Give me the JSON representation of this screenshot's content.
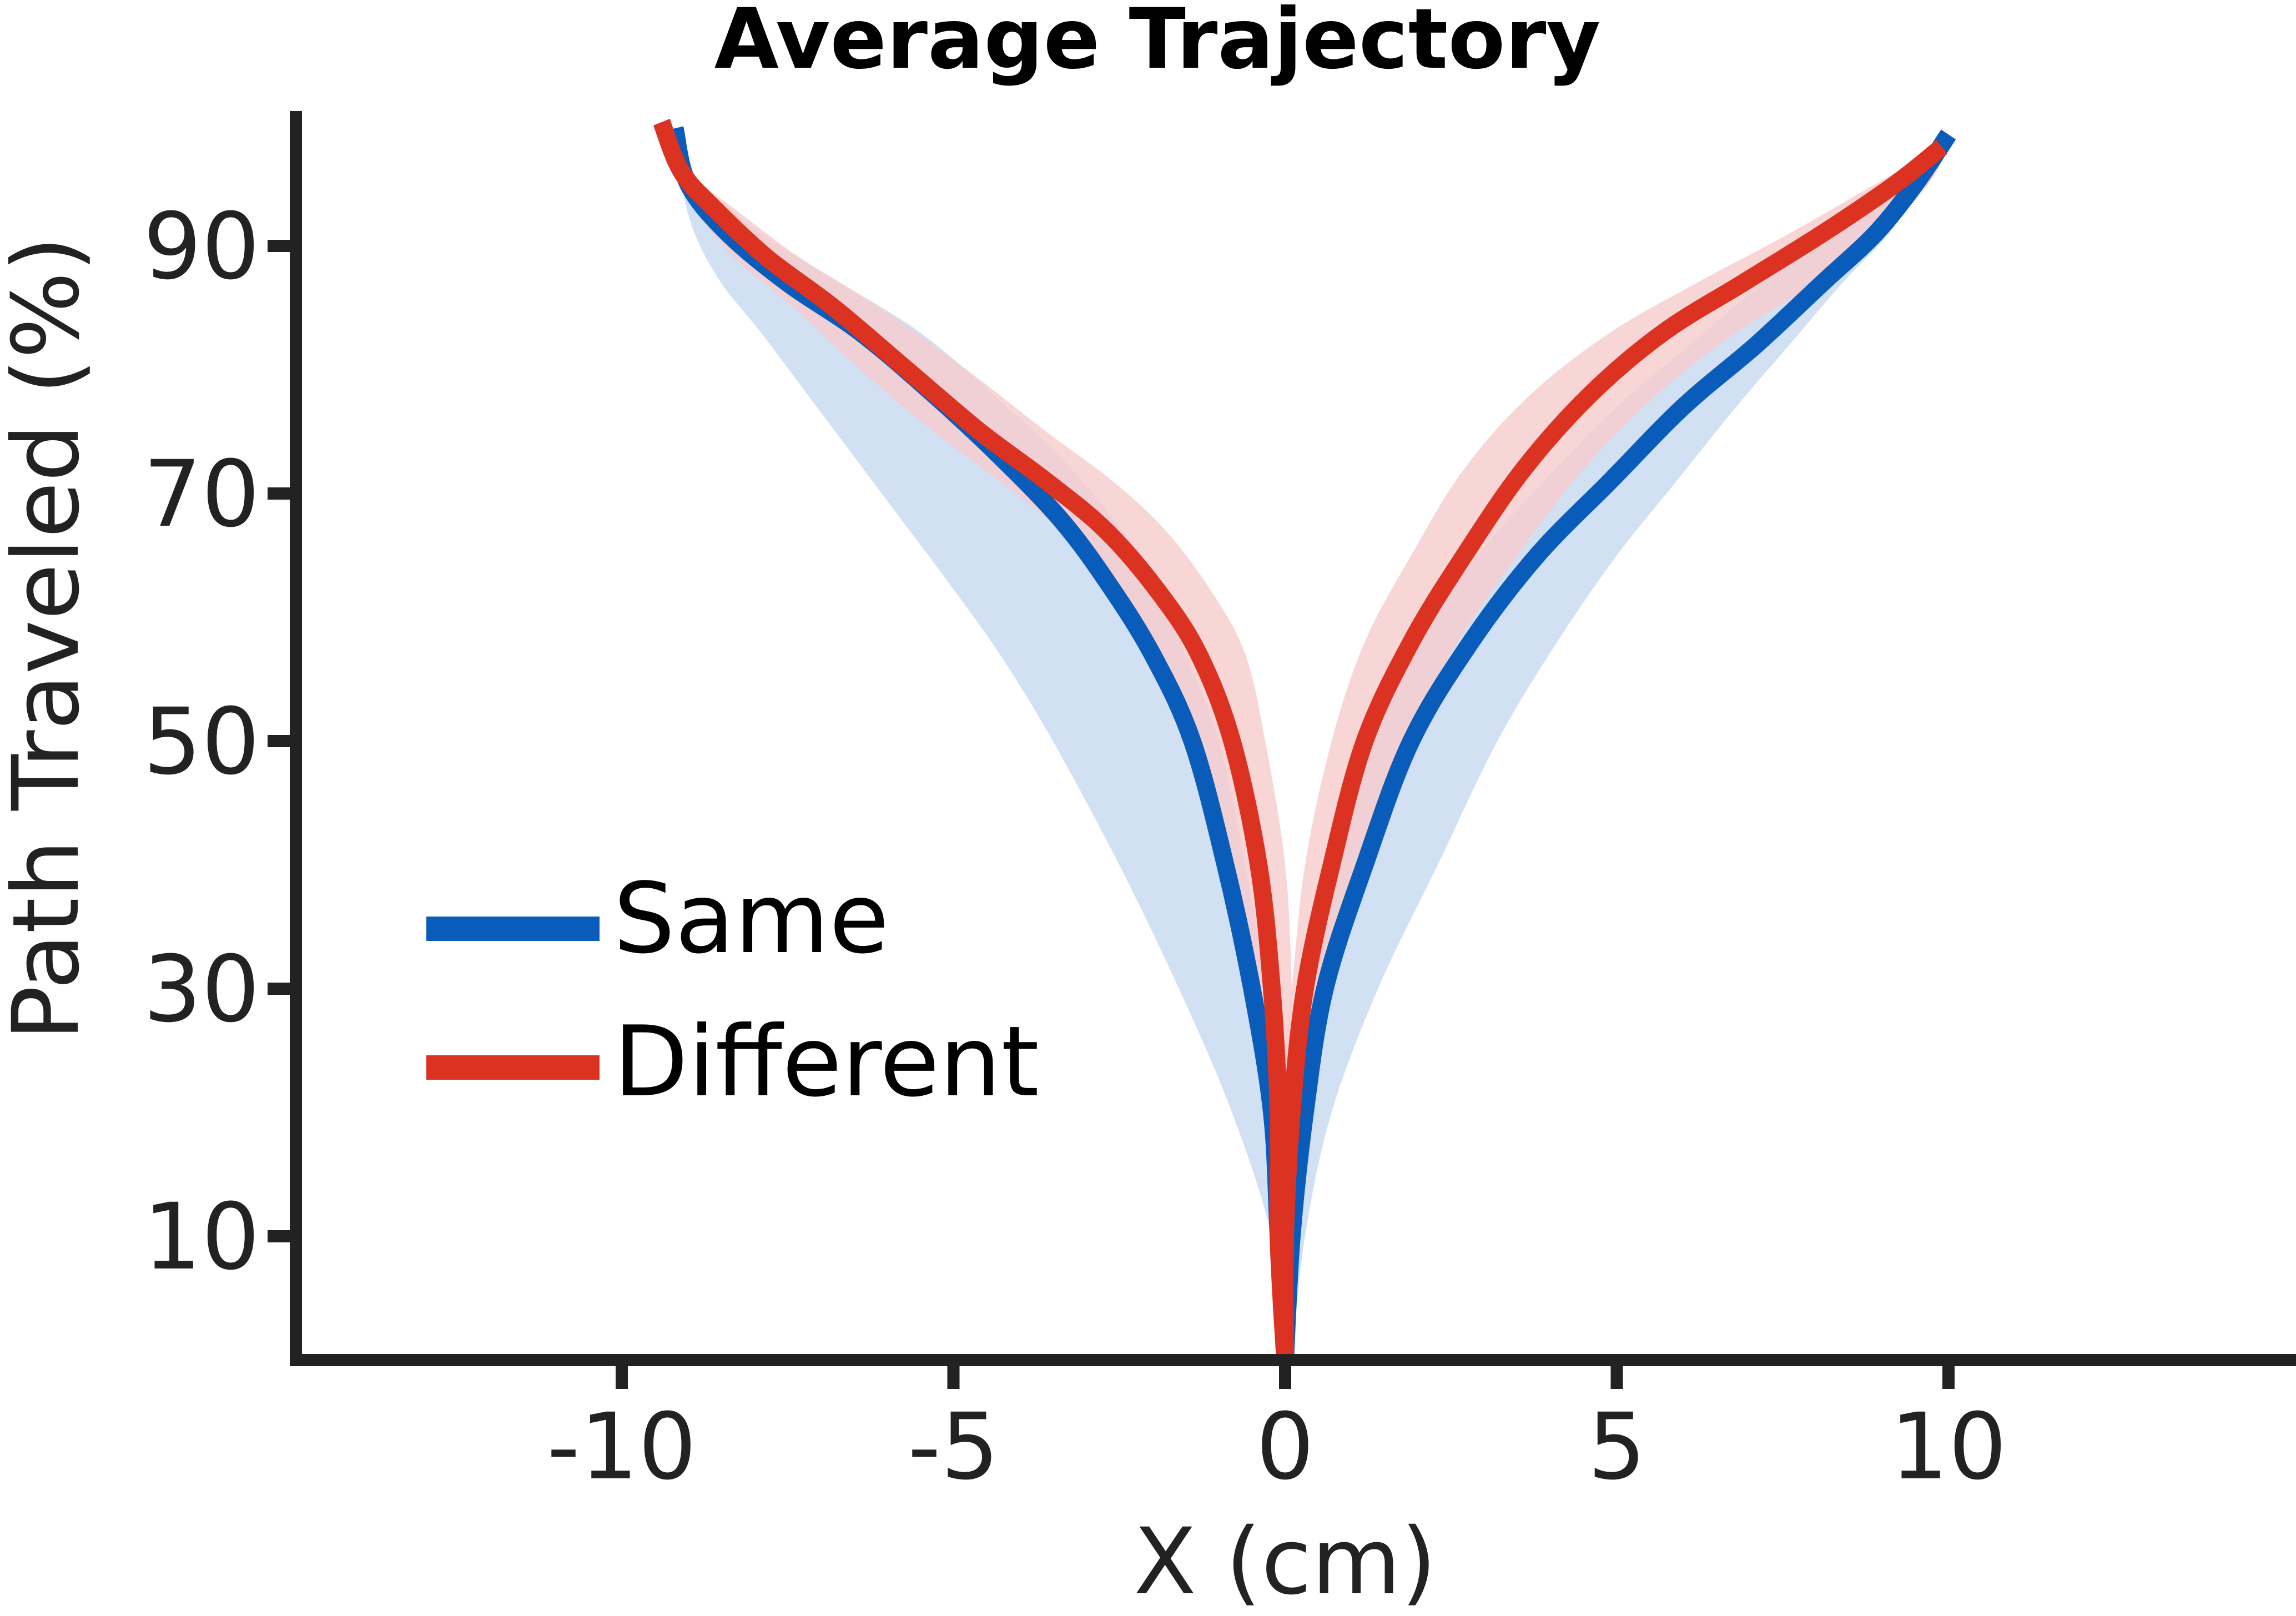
{
  "chart_data": {
    "type": "line",
    "title": "Average Trajectory",
    "xlabel": "X (cm)",
    "ylabel": "Path Traveled (%)",
    "xlim": [
      -15,
      15
    ],
    "ylim": [
      0,
      100
    ],
    "x_ticks": [
      -10,
      -5,
      0,
      5,
      10
    ],
    "x_tick_labels": [
      "-10",
      "-5",
      "0",
      "5",
      "10"
    ],
    "y_ticks": [
      10,
      30,
      50,
      70,
      90
    ],
    "y_tick_labels": [
      "10",
      "30",
      "50",
      "70",
      "90"
    ],
    "grid": false,
    "legend_position": "center-left",
    "series": [
      {
        "name": "Same",
        "color": "#0a5cba",
        "band_color": "#c5d8ef",
        "band_opacity": 0.8,
        "trajectories": [
          {
            "x": [
              0,
              -0.1,
              -0.2,
              -0.5,
              -0.9,
              -1.4,
              -2.0,
              -2.7,
              -3.4,
              -4.3,
              -5.3,
              -6.4,
              -7.5,
              -8.4,
              -9.0,
              -9.2
            ],
            "y": [
              0,
              10,
              20,
              30,
              40,
              50,
              57,
              63,
              68,
              73,
              78,
              83,
              87,
              91,
              95,
              99.5
            ],
            "band_low": [
              0.1,
              -0.2,
              -0.8,
              -1.6,
              -2.5,
              -3.5,
              -4.3,
              -5.1,
              -5.8,
              -6.5,
              -7.2,
              -7.9,
              -8.5,
              -8.9,
              -9.1,
              -9.2
            ],
            "band_high": [
              0.05,
              0.0,
              -0.1,
              -0.3,
              -0.6,
              -1.0,
              -1.5,
              -2.0,
              -2.6,
              -3.4,
              -4.4,
              -5.5,
              -6.7,
              -7.9,
              -8.8,
              -9.2
            ]
          },
          {
            "x": [
              0,
              0.1,
              0.3,
              0.6,
              1.2,
              1.9,
              2.8,
              3.8,
              4.9,
              6.0,
              7.1,
              8.1,
              8.9,
              9.5,
              10.0
            ],
            "y": [
              0,
              10,
              20,
              30,
              40,
              50,
              58,
              65,
              71,
              77,
              82,
              87,
              91,
              95,
              99
            ],
            "band_low": [
              0.0,
              0.0,
              0.2,
              0.4,
              0.8,
              1.3,
              2.0,
              2.9,
              3.9,
              5.0,
              6.1,
              7.2,
              8.2,
              9.1,
              10.0
            ],
            "band_high": [
              0.1,
              0.3,
              0.7,
              1.4,
              2.3,
              3.2,
              4.1,
              5.0,
              5.9,
              6.8,
              7.6,
              8.4,
              9.1,
              9.6,
              10.0
            ]
          }
        ]
      },
      {
        "name": "Different",
        "color": "#dc3222",
        "band_color": "#f7cccc",
        "band_opacity": 0.8,
        "trajectories": [
          {
            "x": [
              0,
              -0.1,
              -0.1,
              -0.2,
              -0.4,
              -0.8,
              -1.3,
              -1.9,
              -2.7,
              -3.6,
              -4.6,
              -5.7,
              -6.8,
              -7.8,
              -8.6,
              -9.1,
              -9.4
            ],
            "y": [
              0,
              10,
              20,
              30,
              40,
              50,
              57,
              62,
              67,
              71,
              75,
              80,
              85,
              89,
              93,
              96,
              100
            ],
            "band_low": [
              0.0,
              -0.2,
              -0.3,
              -0.5,
              -0.8,
              -1.3,
              -1.9,
              -2.6,
              -3.4,
              -4.3,
              -5.3,
              -6.4,
              -7.4,
              -8.3,
              -8.9,
              -9.2,
              -9.4
            ],
            "band_high": [
              0.0,
              0.1,
              0.1,
              0.1,
              0.0,
              -0.3,
              -0.6,
              -1.1,
              -1.8,
              -2.6,
              -3.6,
              -4.8,
              -6.1,
              -7.3,
              -8.3,
              -9.0,
              -9.4
            ]
          },
          {
            "x": [
              0,
              0.0,
              0.1,
              0.3,
              0.7,
              1.2,
              1.9,
              2.7,
              3.6,
              4.6,
              5.7,
              6.9,
              8.1,
              9.2,
              9.9
            ],
            "y": [
              0,
              10,
              20,
              30,
              40,
              50,
              58,
              65,
              72,
              78,
              83,
              87,
              91,
              95,
              98
            ],
            "band_low": [
              -0.1,
              -0.1,
              -0.1,
              0.1,
              0.3,
              0.7,
              1.2,
              1.9,
              2.7,
              3.7,
              4.9,
              6.2,
              7.6,
              8.9,
              9.9
            ],
            "band_high": [
              0.1,
              0.2,
              0.4,
              0.7,
              1.2,
              1.8,
              2.6,
              3.5,
              4.5,
              5.6,
              6.8,
              8.0,
              9.0,
              9.7,
              10.0
            ]
          }
        ]
      }
    ]
  }
}
